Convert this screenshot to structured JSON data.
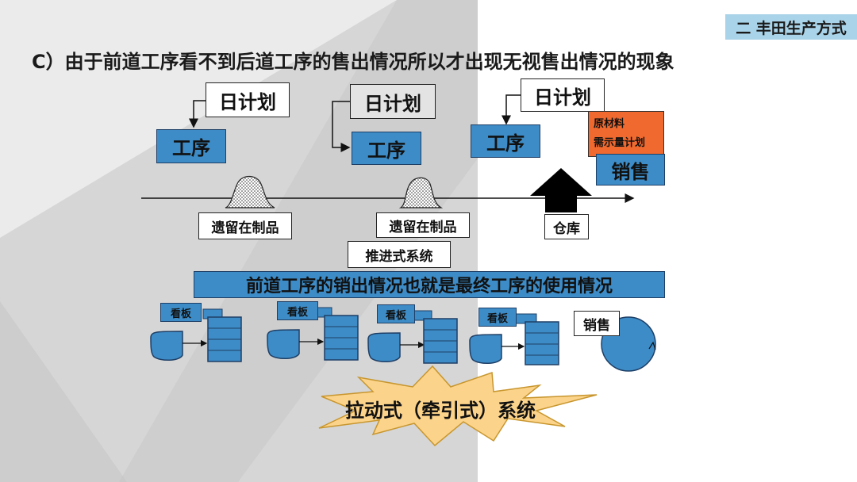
{
  "section_badge": "二 丰田生产方式",
  "headline": "C）由于前道工序看不到后道工序的售出情况所以才出现无视售出情况的现象",
  "plans": [
    "日计划",
    "日计划",
    "日计划"
  ],
  "processes": [
    "工序",
    "工序",
    "工序"
  ],
  "wip_labels": [
    "遗留在制品",
    "遗留在制品"
  ],
  "warehouse_label": "仓库",
  "push_system_label": "推进式系统",
  "material_box": {
    "line1": "原材料",
    "line2": "需示量计划"
  },
  "sales_label": "销售",
  "banner": "前道工序的销出情况也就是最终工序的使用情况",
  "kanban_labels": [
    "看板",
    "看板",
    "看板",
    "看板"
  ],
  "kanban_sales_label": "销售",
  "pull_system_label": "拉动式（牵引式）系统",
  "colors": {
    "process_blue": "#3d8cc7",
    "material_orange": "#f0692e",
    "badge_blue": "#a9d3e8",
    "background_gray": "#d9d9d9",
    "star_yellow": "#fbd38a"
  }
}
